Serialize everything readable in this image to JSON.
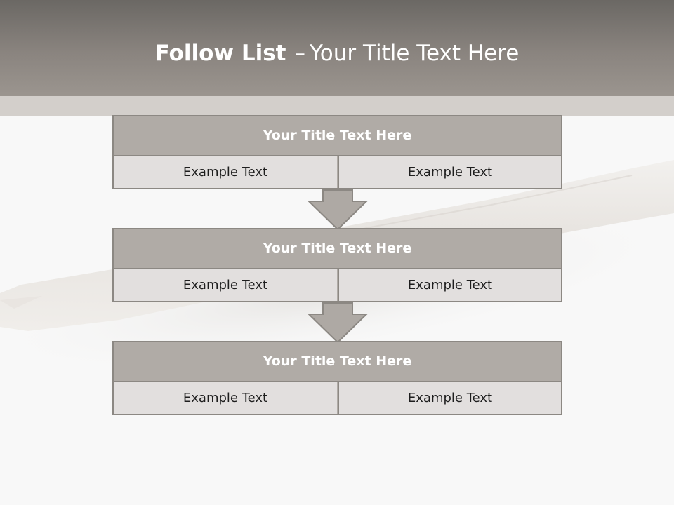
{
  "header": {
    "title_bold": "Follow List",
    "title_separator": "–",
    "title_rest": "Your Title Text Here"
  },
  "steps": [
    {
      "title": "Your Title Text Here",
      "left": "Example Text",
      "right": "Example Text"
    },
    {
      "title": "Your Title Text Here",
      "left": "Example Text",
      "right": "Example Text"
    },
    {
      "title": "Your Title Text Here",
      "left": "Example Text",
      "right": "Example Text"
    }
  ],
  "colors": {
    "header": "#8a847f",
    "band": "#d3cfcb",
    "block_title": "#b0aba6",
    "cell": "#e2dfde",
    "border": "#8c8883",
    "arrow": "#aea9a4"
  },
  "icons": [
    "down-arrow-icon",
    "down-arrow-icon"
  ]
}
